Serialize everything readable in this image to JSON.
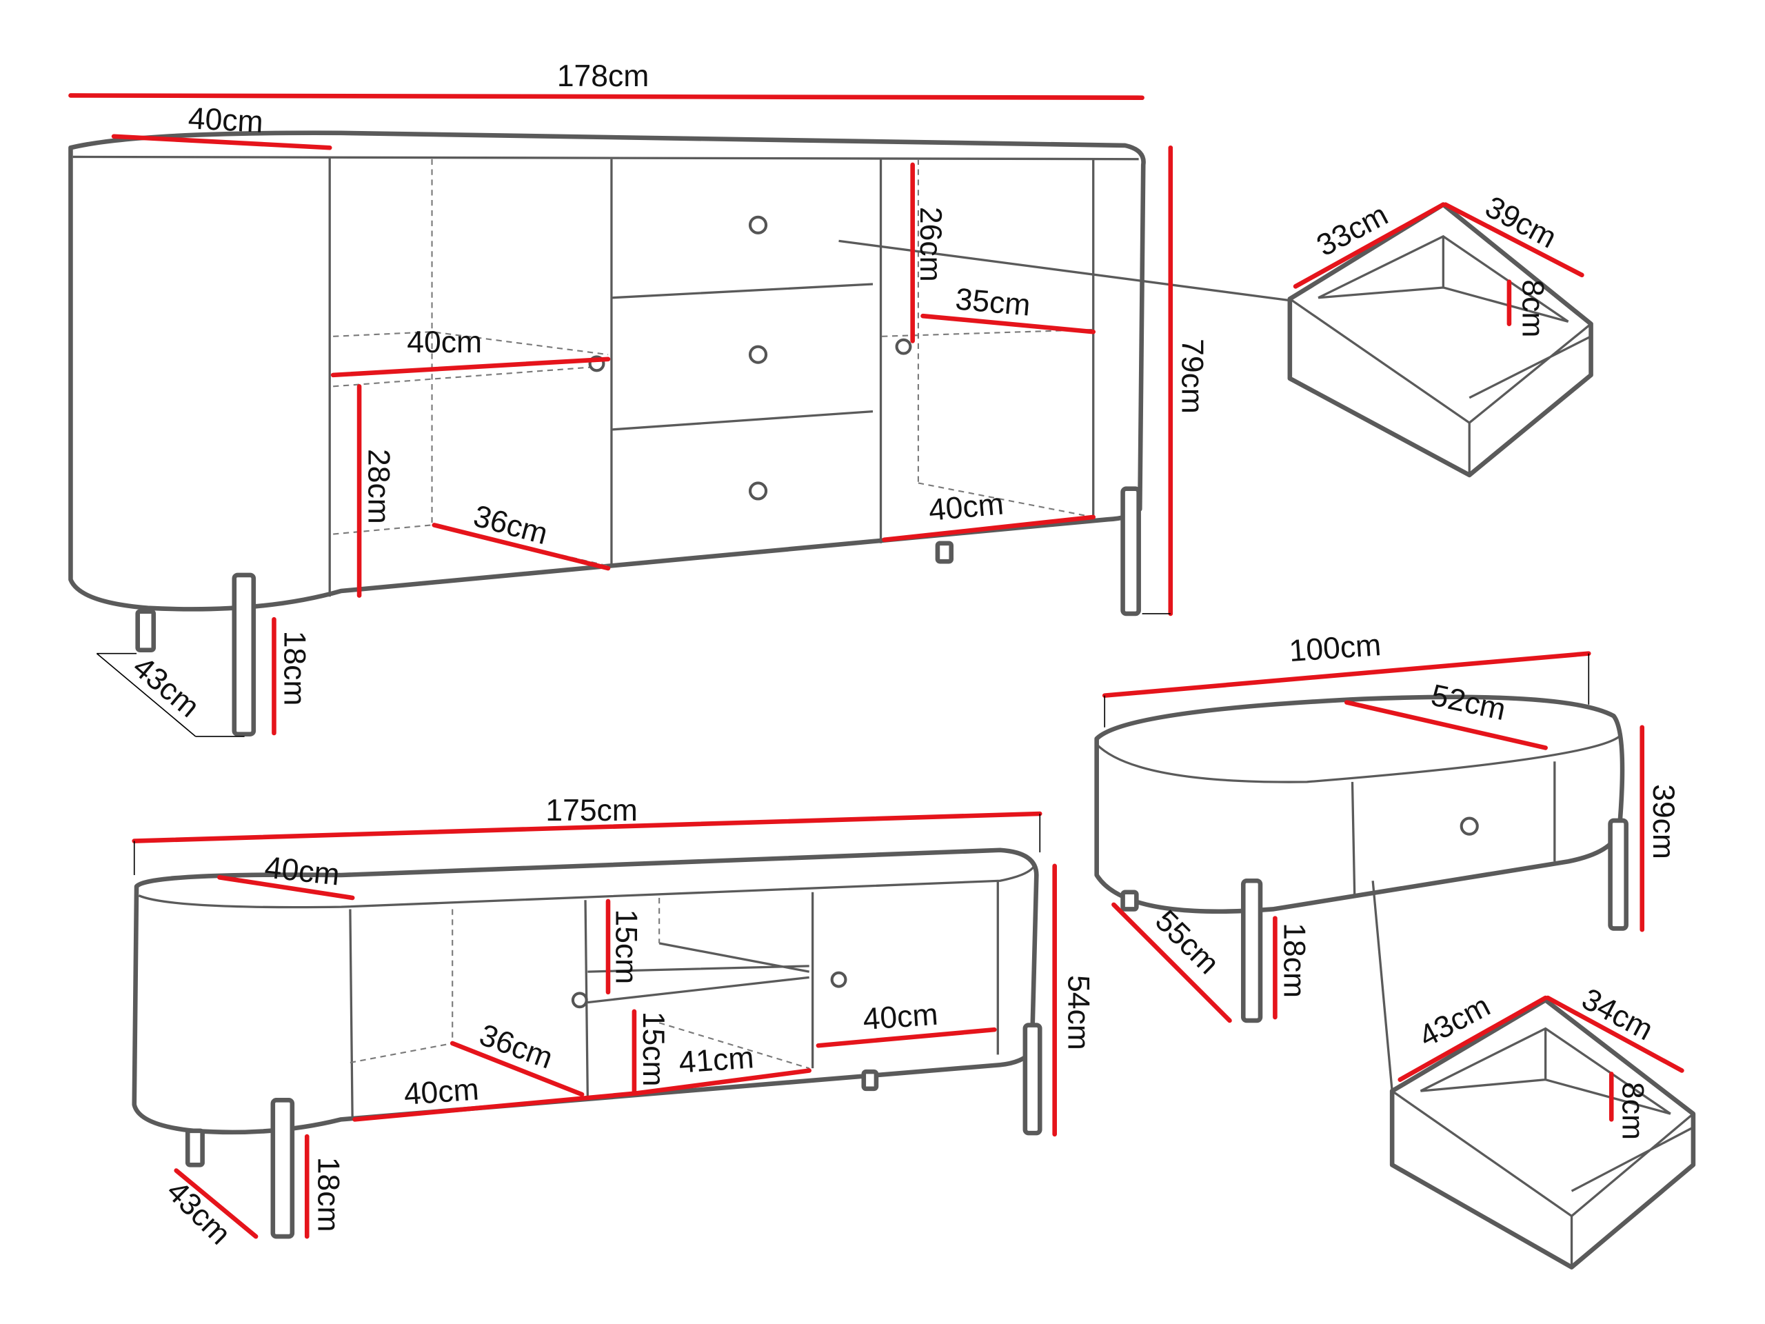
{
  "title": "Furniture dimensions",
  "colors": {
    "outline": "#5a5a5a",
    "dimension_line": "#e5141b",
    "text": "#111111"
  },
  "sideboard": {
    "width": "178cm",
    "depth": "40cm",
    "height": "79cm",
    "drawer_height": "26cm",
    "shelf_depth_right": "35cm",
    "shelf_width_left": "40cm",
    "compartment_height": "28cm",
    "inner_depth_left": "36cm",
    "inner_width_right": "40cm",
    "leg_depth": "43cm",
    "leg_height": "18cm"
  },
  "sideboard_drawer": {
    "width": "33cm",
    "depth": "39cm",
    "height": "8cm"
  },
  "tv_stand": {
    "width": "175cm",
    "depth": "40cm",
    "height": "54cm",
    "upper_shelf_height": "15cm",
    "lower_shelf_height": "15cm",
    "inner_depth": "36cm",
    "inner_width_left": "40cm",
    "middle_width": "41cm",
    "inner_width_right": "40cm",
    "leg_depth": "43cm",
    "leg_height": "18cm"
  },
  "coffee_table": {
    "width": "100cm",
    "depth": "52cm",
    "height": "39cm",
    "leg_depth": "55cm",
    "leg_height": "18cm"
  },
  "coffee_table_drawer": {
    "width": "43cm",
    "depth": "34cm",
    "height": "8cm"
  }
}
